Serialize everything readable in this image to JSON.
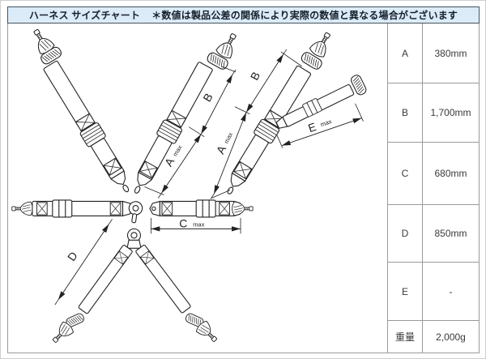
{
  "header": {
    "title": "ハーネス サイズチャート",
    "note": "＊数値は製品公差の関係により実際の数値と異なる場合がございます"
  },
  "table": {
    "rows": [
      {
        "label": "A",
        "value": "380mm"
      },
      {
        "label": "B",
        "value": "1,700mm"
      },
      {
        "label": "C",
        "value": "680mm"
      },
      {
        "label": "D",
        "value": "850mm"
      },
      {
        "label": "E",
        "value": "-"
      },
      {
        "label": "重量",
        "value": "2,000g"
      }
    ]
  },
  "diagram": {
    "labels": {
      "a": "A",
      "b": "B",
      "c": "C",
      "d": "D",
      "e": "E",
      "max": "max"
    }
  },
  "colors": {
    "header_bg": "#dcebf8",
    "header_border": "#46525e",
    "grid_line": "#9a9a9a",
    "line_art": "#222222"
  }
}
